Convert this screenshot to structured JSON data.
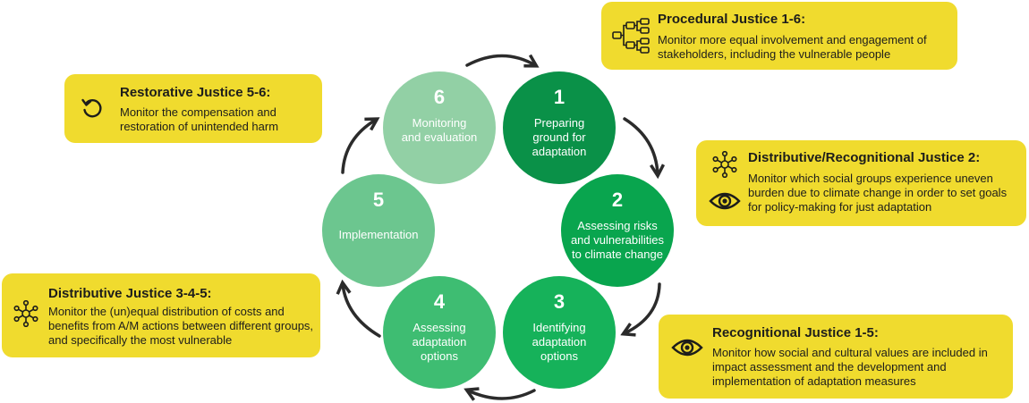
{
  "steps": [
    {
      "number": "1",
      "label": "Preparing ground for adaptation",
      "lines": [
        "Preparing",
        "ground for",
        "adaptation"
      ]
    },
    {
      "number": "2",
      "label": "Assessing risks and vulnerabilities to climate change",
      "lines": [
        "Assessing risks",
        "and vulnerabilities",
        "to climate change"
      ]
    },
    {
      "number": "3",
      "label": "Identifying adaptation options",
      "lines": [
        "Identifying",
        "adaptation",
        "options"
      ]
    },
    {
      "number": "4",
      "label": "Assessing adaptation options",
      "lines": [
        "Assessing",
        "adaptation",
        "options"
      ]
    },
    {
      "number": "5",
      "label": "Implementation",
      "lines": [
        "Implementation"
      ]
    },
    {
      "number": "6",
      "label": "Monitoring and evaluation",
      "lines": [
        "Monitoring",
        "and evaluation"
      ]
    }
  ],
  "boxes": {
    "procedural": {
      "title": "Procedural Justice 1-6:",
      "body": "Monitor more equal involvement and engagement of stakeholders, including the vulnerable people",
      "icon": "hierarchy-icon"
    },
    "restorative": {
      "title": "Restorative Justice 5-6:",
      "body": "Monitor the compensation and restoration of unintended harm",
      "icon": "restore-icon"
    },
    "distributive_recognitional": {
      "title": "Distributive/Recognitional Justice 2:",
      "body": "Monitor which social groups experience uneven burden due to climate change in order to set goals for policy-making for just adaptation",
      "icons": [
        "network-icon",
        "eye-icon"
      ]
    },
    "distributive": {
      "title": "Distributive Justice 3-4-5:",
      "body": "Monitor the (un)equal distribution of costs and benefits from A/M actions between different groups, and specifically the most vulnerable",
      "icon": "network-icon"
    },
    "recognitional": {
      "title": "Recognitional Justice 1-5:",
      "body": "Monitor how social and cultural values are included in impact assessment and the development and implementation of adaptation measures",
      "icon": "eye-icon"
    }
  },
  "colors": {
    "step1": "#0a9148",
    "step2": "#09a54e",
    "step3": "#16b25a",
    "step4": "#3ebd72",
    "step5": "#6cc68f",
    "step6": "#92d0a5",
    "box_fill": "#f0db2e",
    "arrow": "#2b2b2b"
  }
}
